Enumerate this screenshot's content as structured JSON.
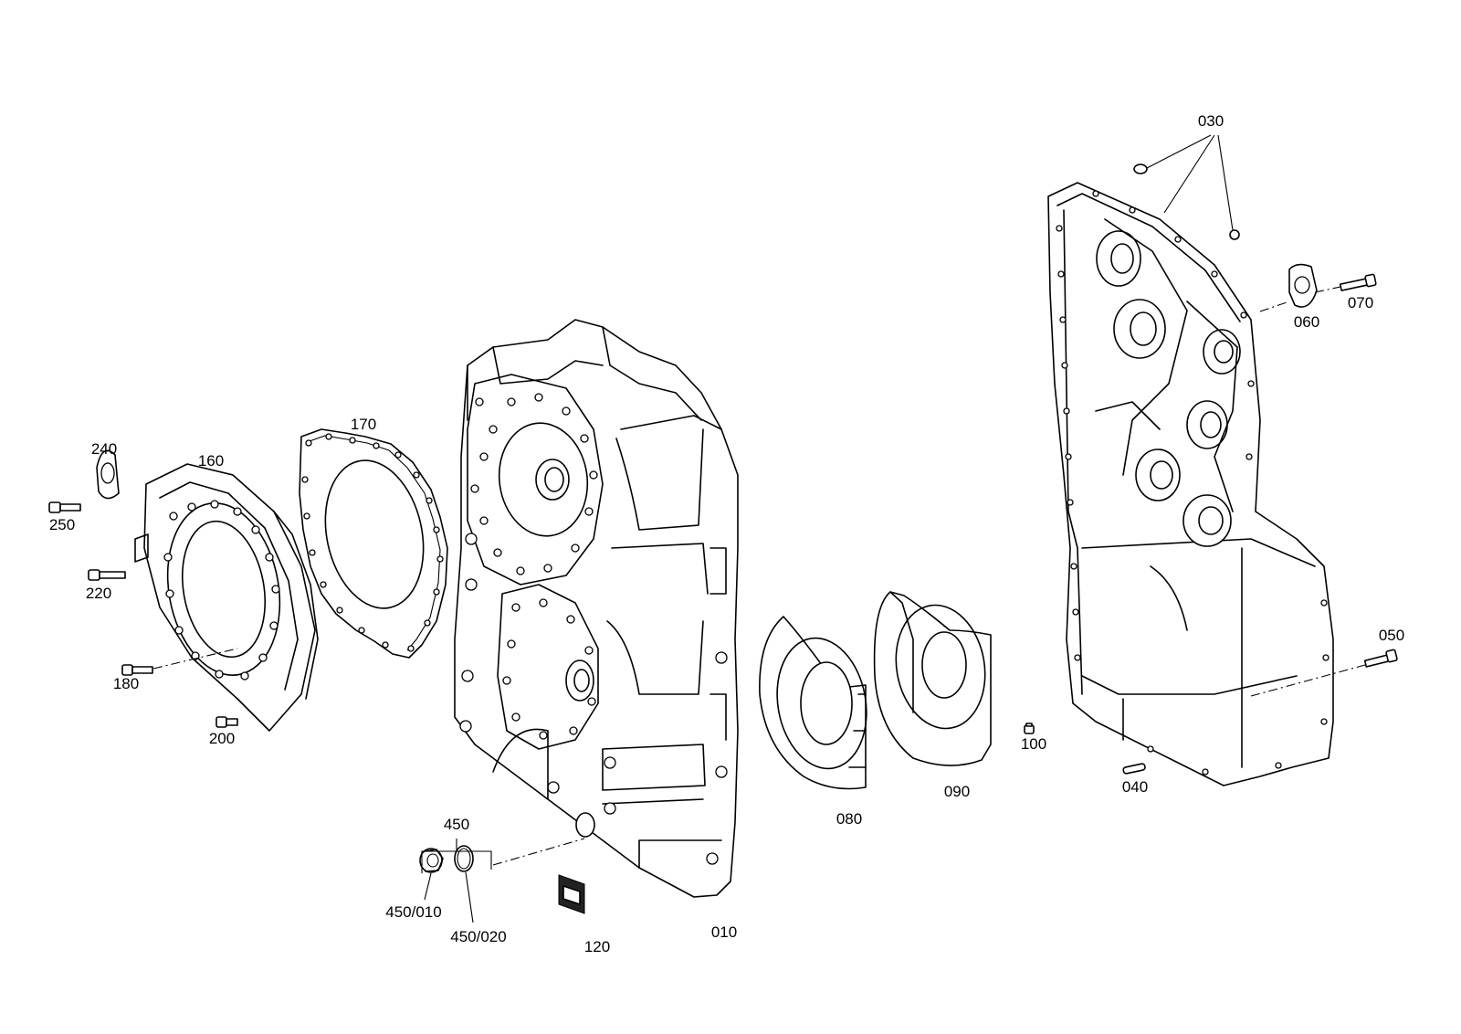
{
  "callouts": {
    "p010": "010",
    "p030": "030",
    "p040": "040",
    "p050": "050",
    "p060": "060",
    "p070": "070",
    "p080": "080",
    "p090": "090",
    "p100": "100",
    "p120": "120",
    "p160": "160",
    "p170": "170",
    "p180": "180",
    "p200": "200",
    "p220": "220",
    "p240": "240",
    "p250": "250",
    "p450": "450",
    "p450_010": "450/010",
    "p450_020": "450/020"
  }
}
